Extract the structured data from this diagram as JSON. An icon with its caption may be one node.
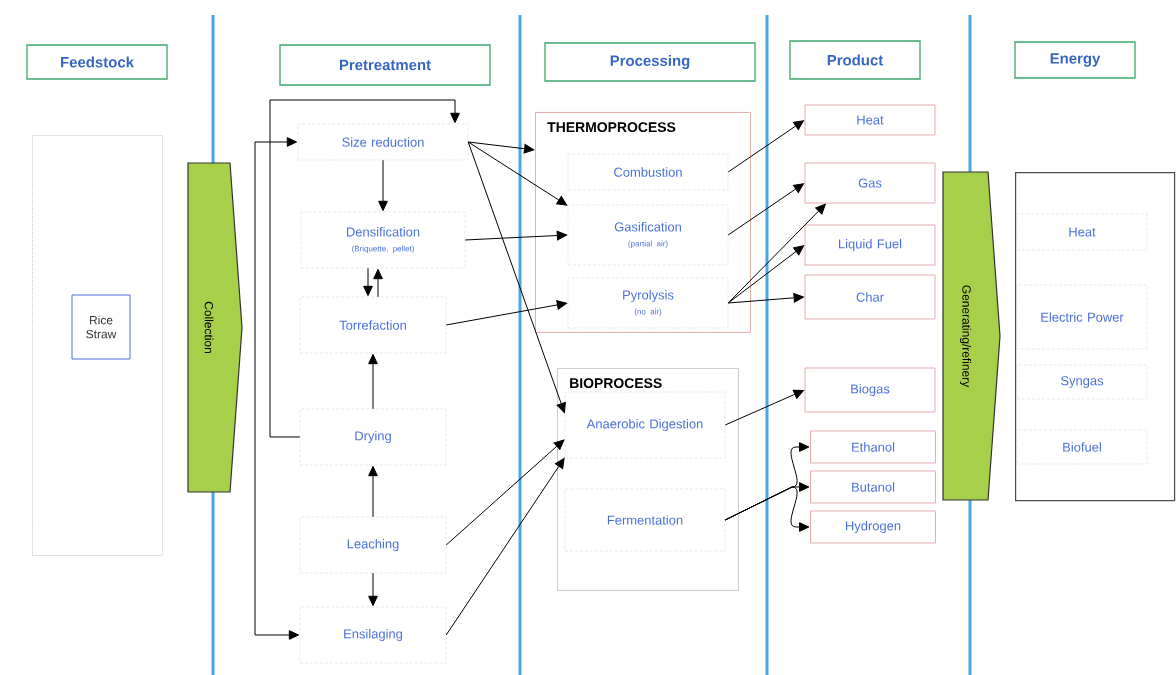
{
  "diagram": {
    "nodes": [
      {
        "text": [
          "Feedstock"
        ]
      },
      {
        "text": [
          "Pretreatment"
        ]
      },
      {
        "text": [
          "Processing"
        ]
      },
      {
        "text": [
          "Product"
        ]
      },
      {
        "text": [
          "Energy"
        ]
      },
      {
        "text": [],
        "shape": "box"
      },
      {
        "text": [
          "Rice Straw"
        ],
        "in": 5
      },
      {
        "text": [
          "Collection"
        ]
      },
      {
        "text": [
          "Size reduction"
        ]
      },
      {
        "text": [
          "Densification",
          "(Briquette, pellet)"
        ]
      },
      {
        "text": [
          "Torrefaction"
        ]
      },
      {
        "text": [
          "Drying"
        ]
      },
      {
        "text": [
          "Leaching"
        ]
      },
      {
        "text": [
          "Ensilaging"
        ]
      },
      {
        "text": [
          "THERMOPROCESS"
        ]
      },
      {
        "text": [
          "Combustion"
        ],
        "in": 14
      },
      {
        "text": [
          "Gasification",
          "(partial air)"
        ],
        "in": 14
      },
      {
        "text": [
          "Pyrolysis",
          "(no air)"
        ],
        "in": 14
      },
      {
        "text": [
          "BIOPROCESS"
        ]
      },
      {
        "text": [
          "Anaerobic Digestion"
        ],
        "in": 18
      },
      {
        "text": [
          "Fermentation"
        ],
        "in": 18
      },
      {
        "text": [
          "Heat"
        ]
      },
      {
        "text": [
          "Gas"
        ]
      },
      {
        "text": [
          "Liquid Fuel"
        ]
      },
      {
        "text": [
          "Char"
        ]
      },
      {
        "text": [
          "Biogas"
        ]
      },
      {
        "text": [
          "Ethanol"
        ]
      },
      {
        "text": [
          "Butanol"
        ]
      },
      {
        "text": [
          "Hydrogen"
        ]
      },
      {
        "text": [
          "Generating/refinery"
        ]
      },
      {
        "text": [],
        "shape": "box"
      },
      {
        "text": [
          "Heat"
        ],
        "in": 30
      },
      {
        "text": [
          "Electric Power"
        ],
        "in": 30
      },
      {
        "text": [
          "Syngas"
        ],
        "in": 30
      },
      {
        "text": [
          "Biofuel"
        ],
        "in": 30
      }
    ],
    "edges": [
      {
        "from": 8,
        "to": 9,
        "arrow": "to"
      },
      {
        "from": 9,
        "to": 10,
        "arrow": "to"
      },
      {
        "from": 10,
        "to": 9,
        "arrow": "to"
      },
      {
        "from": 11,
        "to": 10,
        "arrow": "to"
      },
      {
        "from": 12,
        "to": 11,
        "arrow": "to"
      },
      {
        "from": 12,
        "to": 13,
        "arrow": "to"
      },
      {
        "from": 11,
        "to": 8,
        "arrow": "to"
      },
      {
        "from": 13,
        "to": 8,
        "arrow": "both"
      },
      {
        "from": 8,
        "to": 14,
        "arrow": "to"
      },
      {
        "from": 8,
        "to": 16,
        "arrow": "to"
      },
      {
        "from": 8,
        "to": 19,
        "arrow": "to"
      },
      {
        "from": 9,
        "to": 16,
        "arrow": "to"
      },
      {
        "from": 10,
        "to": 17,
        "arrow": "to"
      },
      {
        "from": 12,
        "to": 19,
        "arrow": "to"
      },
      {
        "from": 13,
        "to": 19,
        "arrow": "to"
      },
      {
        "from": 15,
        "to": 21,
        "arrow": "to"
      },
      {
        "from": 16,
        "to": 22,
        "arrow": "to"
      },
      {
        "from": 17,
        "to": 22,
        "arrow": "to"
      },
      {
        "from": 17,
        "to": 23,
        "arrow": "to"
      },
      {
        "from": 17,
        "to": 24,
        "arrow": "to"
      },
      {
        "from": 19,
        "to": 25,
        "arrow": "to"
      },
      {
        "from": 20,
        "to": 26,
        "arrow": "to"
      },
      {
        "from": 20,
        "to": 27,
        "arrow": "to"
      },
      {
        "from": 20,
        "to": 28,
        "arrow": "to"
      }
    ]
  }
}
